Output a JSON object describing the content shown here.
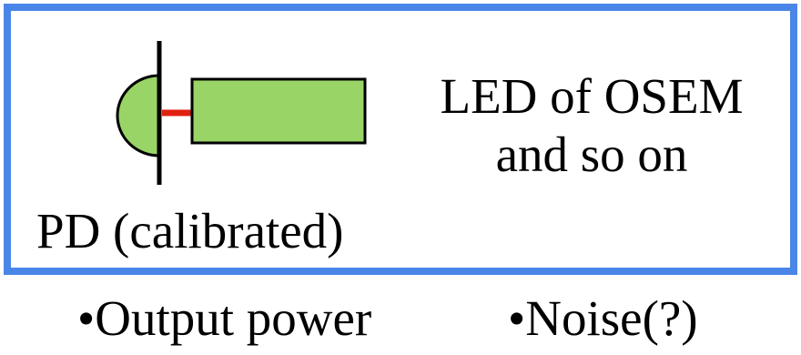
{
  "diagram": {
    "led_label_line1": "LED of OSEM",
    "led_label_line2": "and so on",
    "pd_label": "PD (calibrated)",
    "bullets": [
      "•Output power",
      "•Noise(?)"
    ]
  },
  "colors": {
    "frame_border": "#4a86e8",
    "component_fill": "#99d466",
    "connector": "#e02010",
    "stroke": "#000000"
  }
}
